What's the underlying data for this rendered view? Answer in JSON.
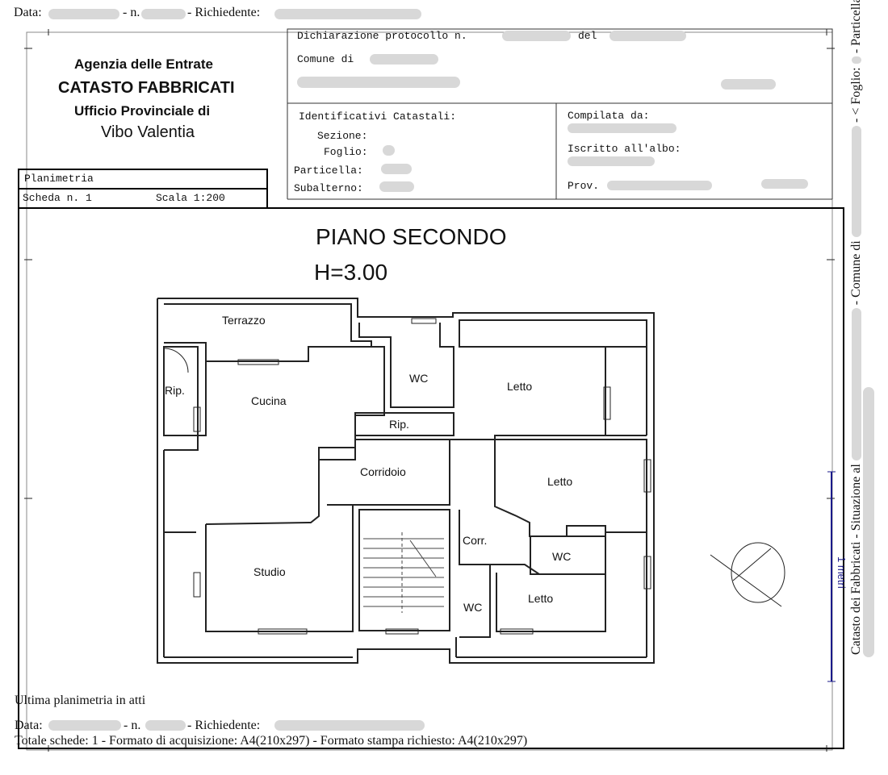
{
  "top_line": {
    "data_label": "Data:",
    "n_label": "- n.",
    "richiedente_label": "- Richiedente:"
  },
  "office": {
    "line1": "Agenzia delle Entrate",
    "line2": "CATASTO FABBRICATI",
    "line3": "Ufficio Provinciale di",
    "line4": "Vibo Valentia"
  },
  "declaration": {
    "protocol_label": "Dichiarazione protocollo n.",
    "del_label": "del",
    "comune_label": "Comune di"
  },
  "identifiers": {
    "title": "Identificativi Catastali:",
    "sezione": "Sezione:",
    "foglio": "Foglio:",
    "particella": "Particella:",
    "subalterno": "Subalterno:"
  },
  "compiler": {
    "compilata_da": "Compilata da:",
    "iscritto": "Iscritto all'albo:",
    "prov": "Prov."
  },
  "planimetria_box": {
    "title": "Planimetria",
    "scheda": "Scheda n. 1",
    "scala": "Scala 1:200"
  },
  "drawing": {
    "floor_title": "PIANO SECONDO",
    "height": "H=3.00",
    "rooms": [
      "Terrazzo",
      "Rip.",
      "Cucina",
      "WC",
      "Letto",
      "Rip.",
      "Corridoio",
      "Letto",
      "Corr.",
      "WC",
      "Studio",
      "Letto",
      "WC"
    ]
  },
  "footer": {
    "ultima": "Ultima planimetria in atti",
    "data_label": "Data:",
    "n_label": "- n.",
    "richiedente_label": "- Richiedente:",
    "totale": "Totale schede: 1 - Formato di acquisizione: A4(210x297)  - Formato stampa richiesto: A4(210x297)"
  },
  "side_text": {
    "part1": "Catasto dei Fabbricati - Situazione al",
    "part2": "- Comune di",
    "part3": "- < Foglio:",
    "part4": "- Particella:"
  },
  "scale_bar": {
    "label": "1 metri"
  }
}
